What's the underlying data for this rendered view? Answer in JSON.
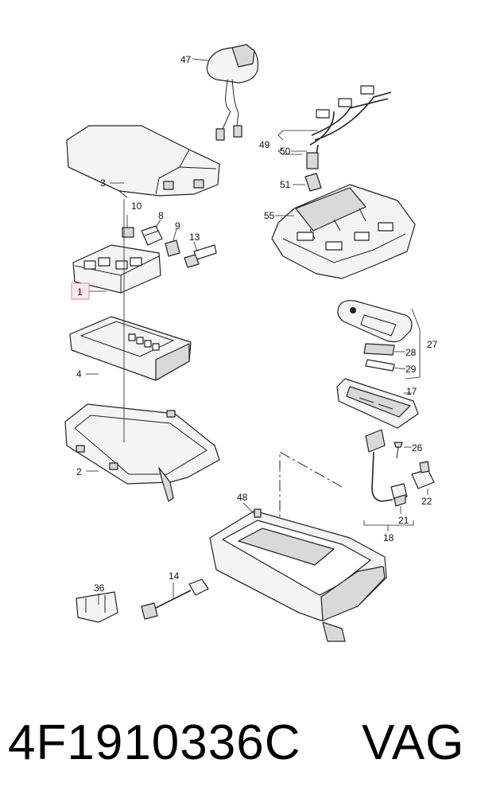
{
  "callouts": {
    "c1": "1",
    "c2": "2",
    "c3": "3",
    "c4": "4",
    "c8": "8",
    "c9": "9",
    "c10": "10",
    "c13": "13",
    "c14": "14",
    "c17": "17",
    "c18": "18",
    "c21": "21",
    "c22": "22",
    "c26": "26",
    "c27": "27",
    "c28": "28",
    "c29": "29",
    "c36": "36",
    "c47": "47",
    "c48": "48",
    "c49": "49",
    "c50": "50",
    "c51": "51",
    "c55": "55"
  },
  "footer": {
    "part_number": "4F1910336C",
    "brand": "VAG"
  },
  "colors": {
    "highlight_box": "#d98aa0",
    "line": "#222222"
  }
}
